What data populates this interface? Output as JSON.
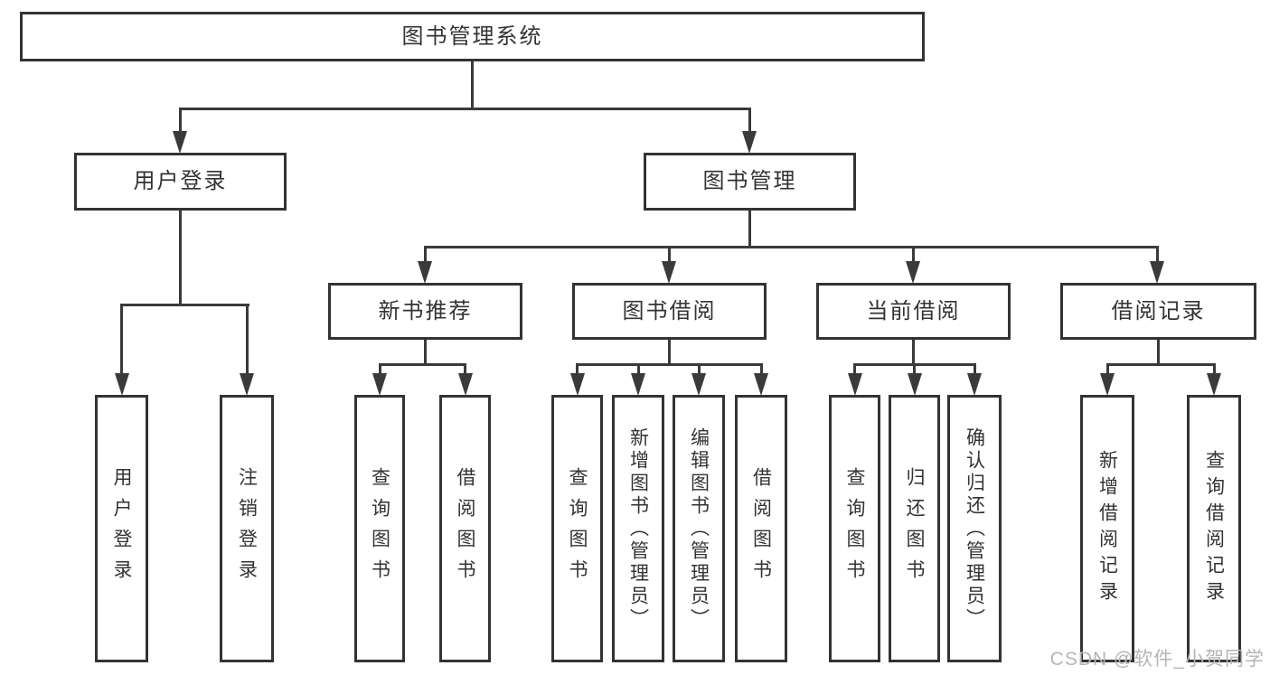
{
  "diagram": {
    "root": {
      "label": "图书管理系统"
    },
    "level2": [
      {
        "label": "用户登录"
      },
      {
        "label": "图书管理"
      }
    ],
    "level3": [
      {
        "label": "新书推荐"
      },
      {
        "label": "图书借阅"
      },
      {
        "label": "当前借阅"
      },
      {
        "label": "借阅记录"
      }
    ],
    "leaves": [
      {
        "label": "用户登录"
      },
      {
        "label": "注销登录"
      },
      {
        "label": "查询图书"
      },
      {
        "label": "借阅图书"
      },
      {
        "label": "查询图书"
      },
      {
        "label": "新增图书（管理员）"
      },
      {
        "label": "编辑图书（管理员）"
      },
      {
        "label": "借阅图书"
      },
      {
        "label": "查询图书"
      },
      {
        "label": "归还图书"
      },
      {
        "label": "确认归还（管理员）"
      },
      {
        "label": "新增借阅记录"
      },
      {
        "label": "查询借阅记录"
      }
    ]
  },
  "watermark": "CSDN @软件_小贺同学",
  "colors": {
    "line": "#3a3a3a",
    "border": "#333333",
    "text": "#333333",
    "watermark": "#b5b5b5",
    "background": "#ffffff"
  }
}
